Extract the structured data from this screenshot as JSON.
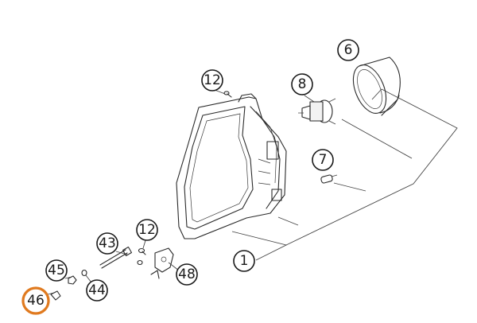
{
  "callouts": [
    {
      "id": "1",
      "label": "1",
      "highlight": false
    },
    {
      "id": "6",
      "label": "6",
      "highlight": false
    },
    {
      "id": "7",
      "label": "7",
      "highlight": false
    },
    {
      "id": "8",
      "label": "8",
      "highlight": false
    },
    {
      "id": "12a",
      "label": "12",
      "highlight": false
    },
    {
      "id": "12b",
      "label": "12",
      "highlight": false
    },
    {
      "id": "43",
      "label": "43",
      "highlight": false
    },
    {
      "id": "44",
      "label": "44",
      "highlight": false
    },
    {
      "id": "45",
      "label": "45",
      "highlight": false
    },
    {
      "id": "46",
      "label": "46",
      "highlight": true
    },
    {
      "id": "48",
      "label": "48",
      "highlight": false
    }
  ],
  "colors": {
    "highlight": "#e07a1f",
    "line": "#1a1a1a"
  }
}
